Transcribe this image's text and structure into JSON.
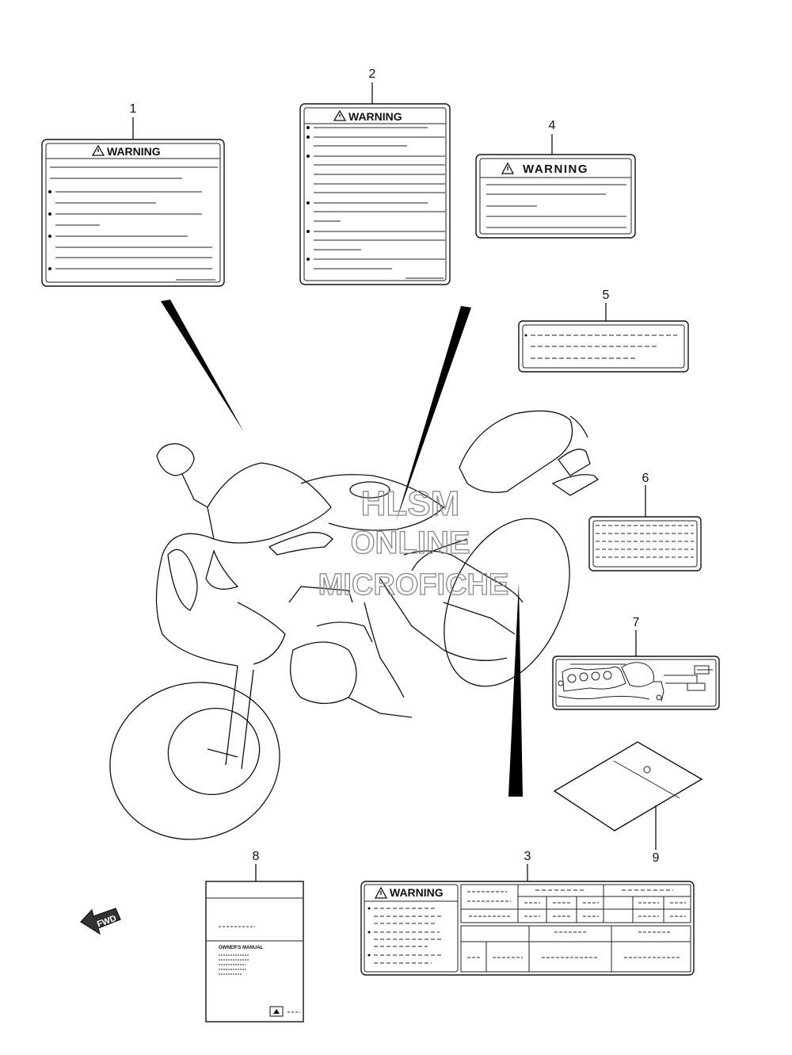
{
  "callouts": {
    "c1": "1",
    "c2": "2",
    "c3": "3",
    "c4": "4",
    "c5": "5",
    "c6": "6",
    "c7": "7",
    "c8": "8",
    "c9": "9"
  },
  "labels": {
    "warning_1": "WARNING",
    "warning_2": "WARNING",
    "warning_3": "WARNING",
    "warning_4": "WARNING"
  },
  "manual": {
    "title": "OWNER'S MANUAL"
  },
  "watermark": {
    "line1": "HLSM",
    "line2": "ONLINE",
    "line3": "MICROFICHE"
  },
  "direction_arrow": "FWD",
  "icons": [
    "warning-triangle-icon",
    "fwd-arrow-icon",
    "brand-logo-icon"
  ]
}
